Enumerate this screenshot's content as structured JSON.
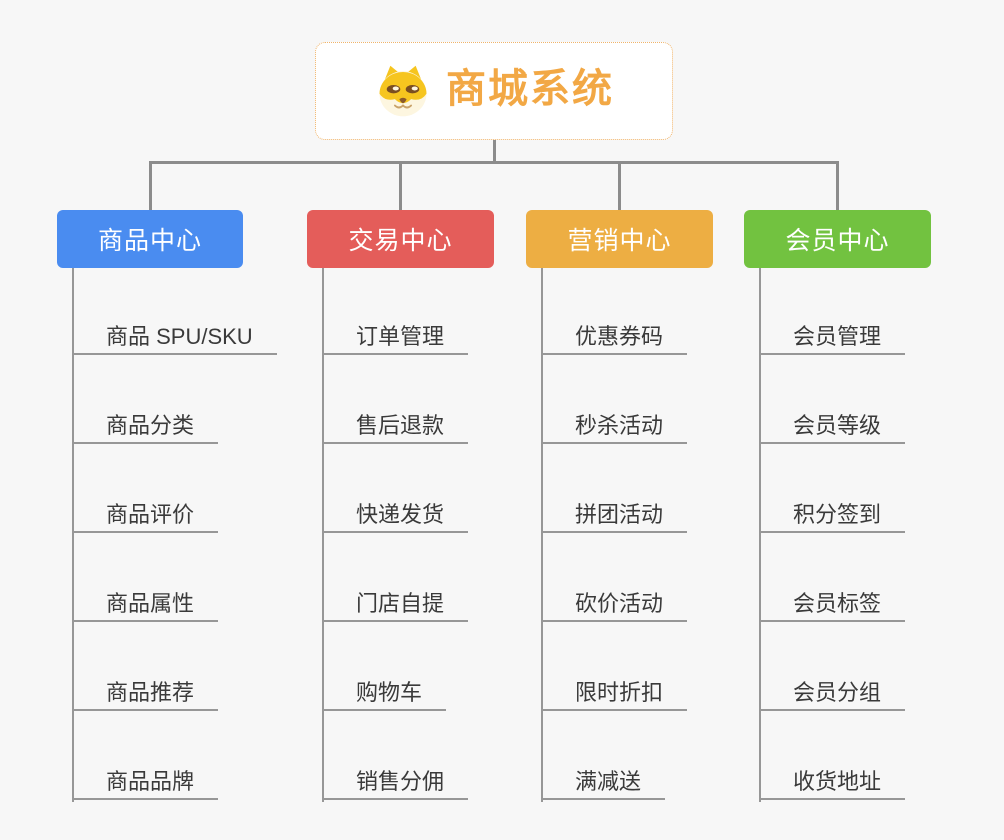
{
  "page": {
    "background_color": "#f7f7f7",
    "connector_color": "#8c8c8c"
  },
  "root": {
    "title": "商城系统",
    "title_color": "#f2a845",
    "border_color": "#f0b46a",
    "icon": "dog-face-icon"
  },
  "branches": [
    {
      "label": "商品中心",
      "color": "#4a8cf0",
      "items": [
        "商品 SPU/SKU",
        "商品分类",
        "商品评价",
        "商品属性",
        "商品推荐",
        "商品品牌"
      ]
    },
    {
      "label": "交易中心",
      "color": "#e45d5a",
      "items": [
        "订单管理",
        "售后退款",
        "快递发货",
        "门店自提",
        "购物车",
        "销售分佣"
      ]
    },
    {
      "label": "营销中心",
      "color": "#edae43",
      "items": [
        "优惠券码",
        "秒杀活动",
        "拼团活动",
        "砍价活动",
        "限时折扣",
        "满减送"
      ]
    },
    {
      "label": "会员中心",
      "color": "#72c240",
      "items": [
        "会员管理",
        "会员等级",
        "积分签到",
        "会员标签",
        "会员分组",
        "收货地址"
      ]
    }
  ]
}
